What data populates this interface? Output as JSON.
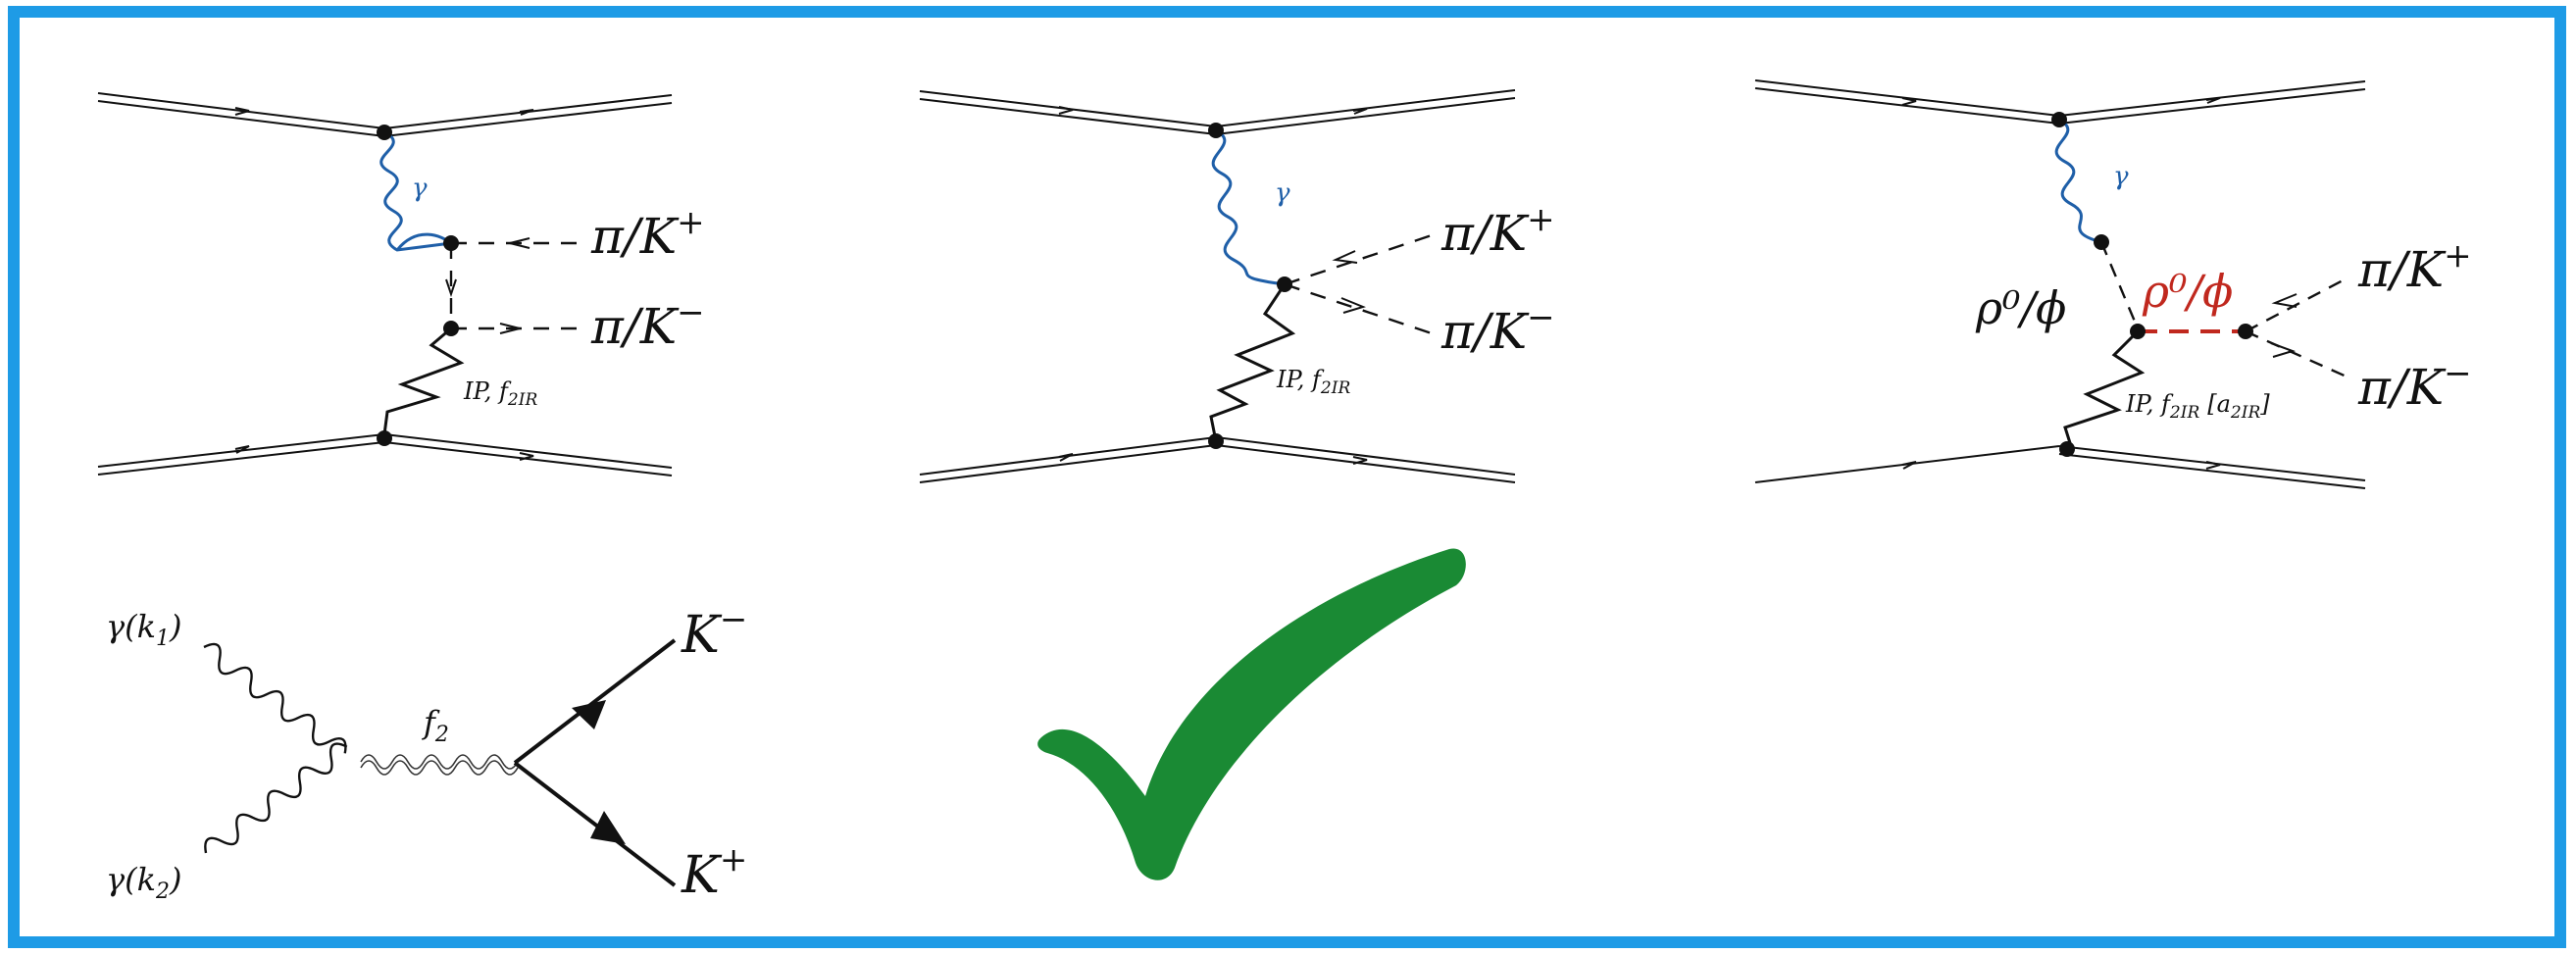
{
  "panels": [
    {
      "photon_label": "γ",
      "pomeron_label": "IP, f",
      "pomeron_sub": "2IR",
      "meson_top": "π/K",
      "meson_top_sup": "+",
      "meson_bottom": "π/K",
      "meson_bottom_sup": "−"
    },
    {
      "photon_label": "γ",
      "pomeron_label": "IP, f",
      "pomeron_sub": "2IR",
      "meson_top": "π/K",
      "meson_top_sup": "+",
      "meson_bottom": "π/K",
      "meson_bottom_sup": "−"
    },
    {
      "photon_label": "γ",
      "pomeron_label": "IP, f",
      "pomeron_sub": "2IR",
      "pomeron_extra": "[a",
      "pomeron_extra_sub": "2IR",
      "pomeron_extra_close": "]",
      "vector_label_black": "ρ⁰/ϕ",
      "vector_label_red": "ρ⁰/ϕ",
      "meson_top": "π/K",
      "meson_top_sup": "+",
      "meson_bottom": "π/K",
      "meson_bottom_sup": "−"
    }
  ],
  "fusion": {
    "photon1": "γ(k",
    "photon1_sub": "1",
    "photon2": "γ(k",
    "photon2_sub": "2",
    "resonance": "f",
    "resonance_sub": "2",
    "kaon_minus": "K",
    "kaon_minus_sup": "−",
    "kaon_plus": "K",
    "kaon_plus_sup": "+"
  },
  "colors": {
    "frame": "#1e9be6",
    "photon": "#1f5fa8",
    "vector_red": "#c0281e",
    "check": "#1a8a34",
    "line": "#111111"
  }
}
